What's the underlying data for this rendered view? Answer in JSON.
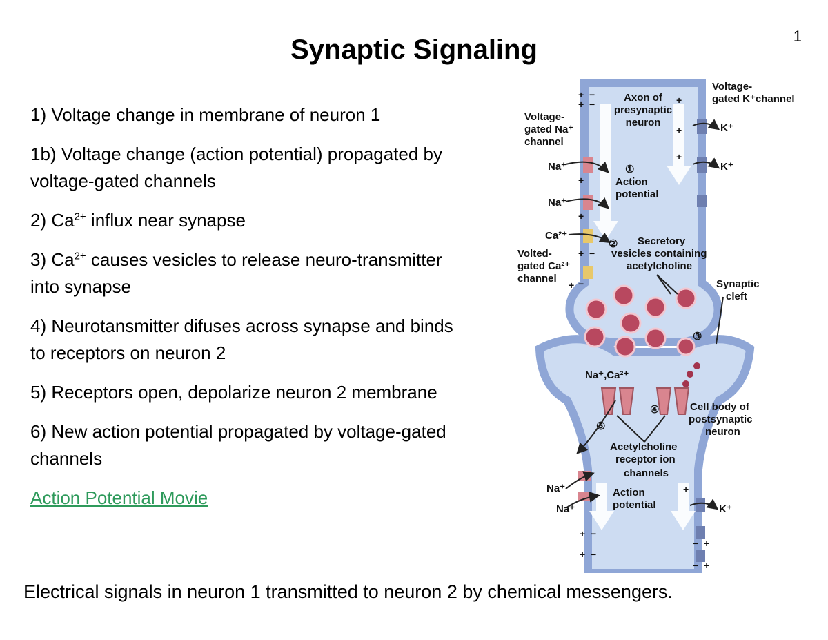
{
  "page_number": "1",
  "title": "Synaptic Signaling",
  "steps": [
    {
      "prefix": "1) Voltage change in membrane of neuron 1"
    },
    {
      "prefix": "1b) Voltage change (action potential) propagated by voltage-gated channels"
    },
    {
      "prefix": "2) Ca",
      "sup": "2+",
      "suffix": " influx near synapse"
    },
    {
      "prefix": "3) Ca",
      "sup": "2+",
      "suffix": " causes vesicles to release neuro-transmitter into synapse"
    },
    {
      "prefix": "4) Neurotansmitter difuses across synapse and binds to receptors on neuron 2"
    },
    {
      "prefix": "5) Receptors open, depolarize neuron 2 membrane"
    },
    {
      "prefix": "6) New action potential propagated by voltage-gated channels"
    }
  ],
  "link": {
    "text": "Action Potential Movie",
    "color": "#2e9a5b"
  },
  "footer": "Electrical signals in neuron 1 transmitted to neuron 2 by chemical messengers.",
  "diagram": {
    "colors": {
      "membrane": "#8fa6d6",
      "cytoplasm": "#cddcf2",
      "vesicle": "#b8485f",
      "channel": "#d9858f",
      "ca_channel": "#e8c86a",
      "k_channel": "#6e7fb0"
    },
    "labels": {
      "axon_1": "Axon of",
      "axon_2": "presynaptic",
      "axon_3": "neuron",
      "kchan_1": "Voltage-",
      "kchan_2": "gated K⁺channel",
      "nachan_1": "Voltage-",
      "nachan_2": "gated Na⁺",
      "nachan_3": "channel",
      "na1": "Na⁺",
      "na2": "Na⁺",
      "k1": "K⁺",
      "k2": "K⁺",
      "ca": "Ca²⁺",
      "step1": "①",
      "ap1_1": "Action",
      "ap1_2": "potential",
      "step2": "②",
      "sec_1": "Secretory",
      "sec_2": "vesicles containing",
      "sec_3": "acetylcholine",
      "cachan_1": "Volted-",
      "cachan_2": "gated Ca²⁺",
      "cachan_3": "channel",
      "cleft_1": "Synaptic",
      "cleft_2": "cleft",
      "step3": "③",
      "naca": "Na⁺,Ca²⁺",
      "step4": "④",
      "cb_1": "Cell body of",
      "cb_2": "postsynaptic",
      "cb_3": "neuron",
      "step5": "⑤",
      "ach_1": "Acetylcholine",
      "ach_2": "receptor ion",
      "ach_3": "channels",
      "na3": "Na⁺",
      "na4": "Na⁺",
      "ap2_1": "Action",
      "ap2_2": "potential",
      "k3": "K⁺"
    }
  }
}
